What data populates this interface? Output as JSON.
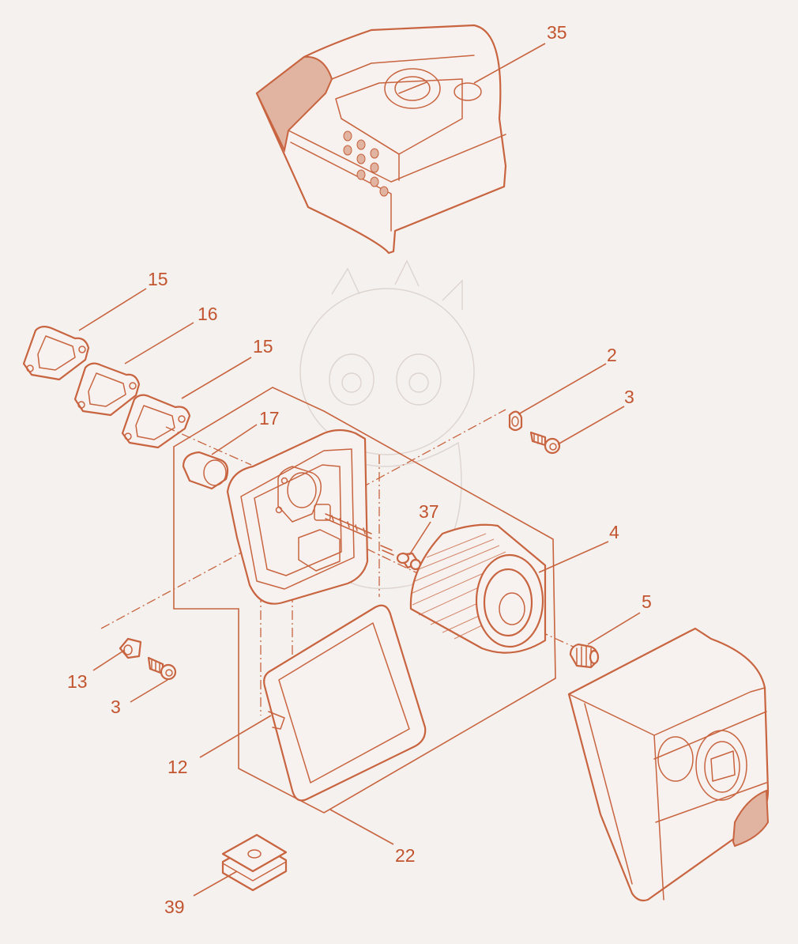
{
  "callouts": {
    "c35": "35",
    "c15a": "15",
    "c16": "16",
    "c15b": "15",
    "c17": "17",
    "c2": "2",
    "c3a": "3",
    "c37": "37",
    "c4": "4",
    "c5": "5",
    "c13": "13",
    "c3b": "3",
    "c12": "12",
    "c22": "22",
    "c39": "39"
  },
  "colors": {
    "line": "#c8643f",
    "shade": "#e1b3a1",
    "background": "#f5f1ee"
  }
}
